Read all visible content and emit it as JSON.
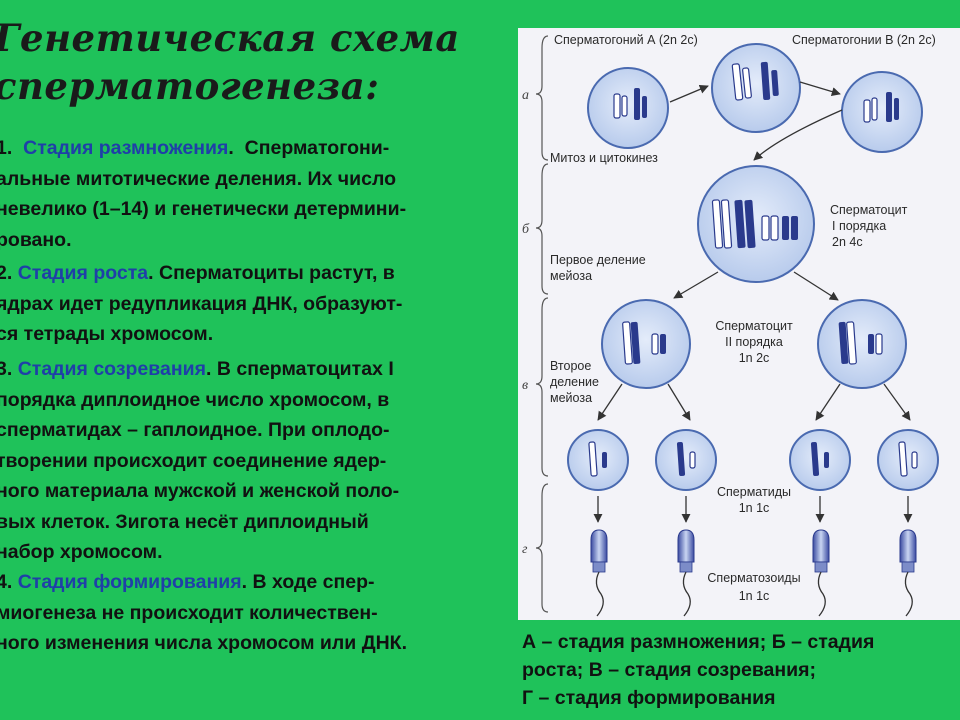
{
  "title": {
    "line1": "Генетическая схема",
    "line2": "сперматогенеза:"
  },
  "paragraphs": [
    {
      "num": "1.",
      "stage": "Стадия размножения",
      "lines": [
        "Сперматогони-",
        "альные митотические деления. Их число",
        "невелико (1–14) и генетически детермини-",
        "ровано."
      ]
    },
    {
      "num": "2.",
      "stage": "Стадия роста",
      "lines": [
        "Сперматоциты растут, в",
        "ядрах идет редупликация ДНК, образуют-",
        "ся тетрады хромосом."
      ]
    },
    {
      "num": "3.",
      "stage": "Стадия созревания",
      "lines": [
        "В сперматоцитах I",
        "порядка диплоидное число хромосом, в",
        "сперматидах – гаплоидное. При оплодо-",
        "творении происходит соединение ядер-",
        "ного материала мужской и женской поло-",
        "вых клеток. Зигота несёт диплоидный",
        "набор хромосом."
      ]
    },
    {
      "num": "4.",
      "stage": "Стадия формирования",
      "lines": [
        "В ходе спер-",
        "миогенеза не происходит количествен-",
        "ного изменения числа хромосом или ДНК."
      ]
    }
  ],
  "diagram": {
    "stage_letters": [
      "а",
      "б",
      "в",
      "г"
    ],
    "labels": {
      "spermatogonia_a": "Сперматогоний А (2n 2c)",
      "spermatogonia_b": "Сперматогонии В (2n 2c)",
      "mitosis": "Митоз и цитокинез",
      "spermatocyte1_l1": "Сперматоцит",
      "spermatocyte1_l2": "I порядка",
      "spermatocyte1_l3": "2n 4c",
      "meiosis1_l1": "Первое деление",
      "meiosis1_l2": "мейоза",
      "spermatocyte2_l1": "Сперматоцит",
      "spermatocyte2_l2": "II порядка",
      "spermatocyte2_l3": "1n 2c",
      "meiosis2_l1": "Второе",
      "meiosis2_l2": "деление",
      "meiosis2_l3": "мейоза",
      "spermatids_l1": "Сперматиды",
      "spermatids_l2": "1n 1c",
      "spermatozoa_l1": "Сперматозоиды",
      "spermatozoa_l2": "1n 1c"
    },
    "colors": {
      "cell_fill": "#c9d7f0",
      "cell_stroke": "#4a6ab0",
      "chromosome_dark": "#2a3a8c",
      "chromosome_light": "#ffffff"
    }
  },
  "caption": {
    "line1": "А – стадия размножения; Б – стадия",
    "line2": "роста; В – стадия созревания;",
    "line3": "Г – стадия формирования"
  }
}
